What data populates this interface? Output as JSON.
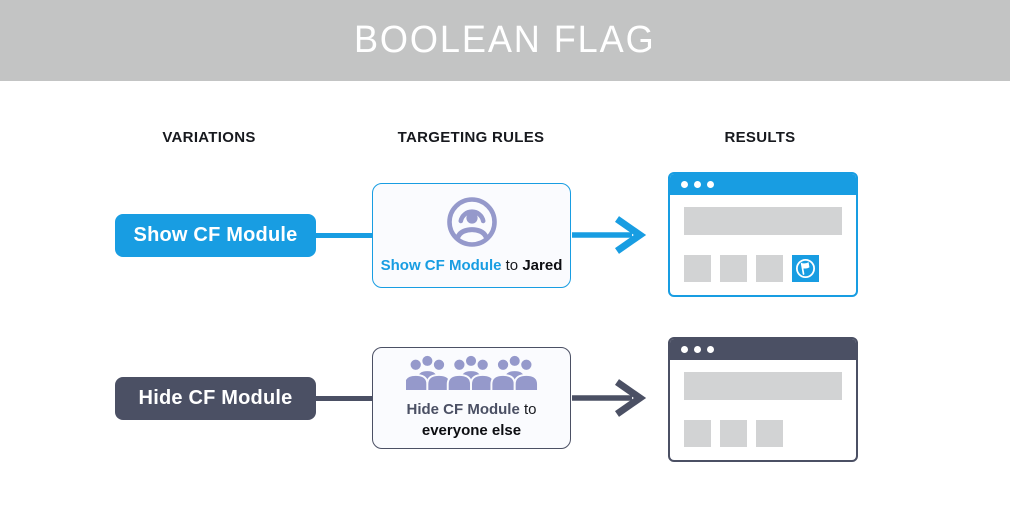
{
  "header": {
    "title": "BOOLEAN FLAG"
  },
  "columns": {
    "variations": "VARIATIONS",
    "targeting_rules": "TARGETING RULES",
    "results": "RESULTS"
  },
  "colors": {
    "blue": "#189DE2",
    "dark_slate": "#4B5064",
    "periwinkle_icon": "#9599CB",
    "placeholder_gray": "#D2D3D4",
    "banner_gray": "#C3C4C4",
    "rulebox_background": "#FAFBFE"
  },
  "rows": [
    {
      "variation_label": "Show CF Module",
      "rule": {
        "icon": "single-user-in-circle-icon",
        "flag": "Show CF Module",
        "connector": "to",
        "audience": "Jared"
      },
      "result": {
        "icon": "browser-window",
        "has_cf_module": true,
        "module_icon": "flag-in-circle-icon"
      }
    },
    {
      "variation_label": "Hide CF Module",
      "rule": {
        "icon": "crowd-icon",
        "flag": "Hide CF Module",
        "connector": "to",
        "audience": "everyone else"
      },
      "result": {
        "icon": "browser-window",
        "has_cf_module": false,
        "module_icon": ""
      }
    }
  ]
}
